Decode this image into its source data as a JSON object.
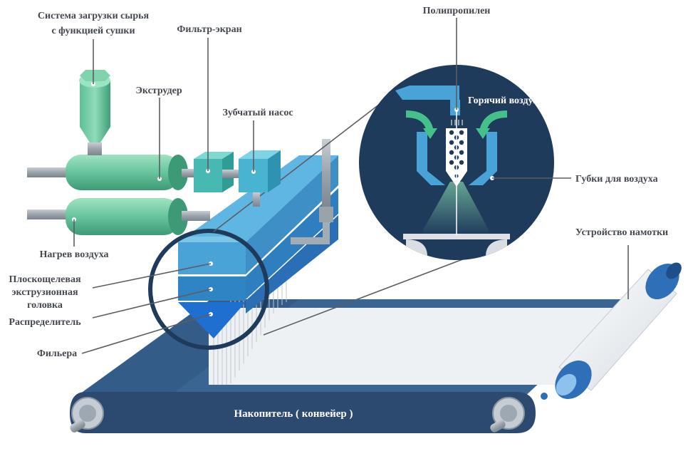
{
  "labels": {
    "dryer_line1": "Система загрузки сырья",
    "dryer_line2": "с функцией сушки",
    "filter": "Фильтр-экран",
    "extruder": "Экструдер",
    "gear_pump": "Зубчатый насос",
    "air_heating": "Нагрев воздуха",
    "die_line1": "Плоскощелевая",
    "die_line2": "экструзионная",
    "die_line3": "головка",
    "distributor": "Распределитель",
    "spinneret": "Фильера",
    "conveyor": "Накопитель ( конвейер )",
    "polypropylene": "Полипропилен",
    "hot_air": "Горячий воздух",
    "air_lips": "Губки для воздуха",
    "winder": "Устройство намотки"
  },
  "colors": {
    "text": "#44484f",
    "green_light": "#7fd3ad",
    "green_dark": "#3fa27c",
    "teal": "#48b8b2",
    "blue_die_top": "#4aa3d6",
    "blue_die_mid": "#2f84c4",
    "blue_die_bot": "#1f6fd0",
    "navy": "#1f3b5c",
    "belt": "#365b86",
    "belt_side": "#2c4a70",
    "fabric": "#eef1f4",
    "arrow_green": "#45c08a"
  },
  "icons": {
    "hopper": "hopper-icon",
    "roller": "roller-icon"
  }
}
